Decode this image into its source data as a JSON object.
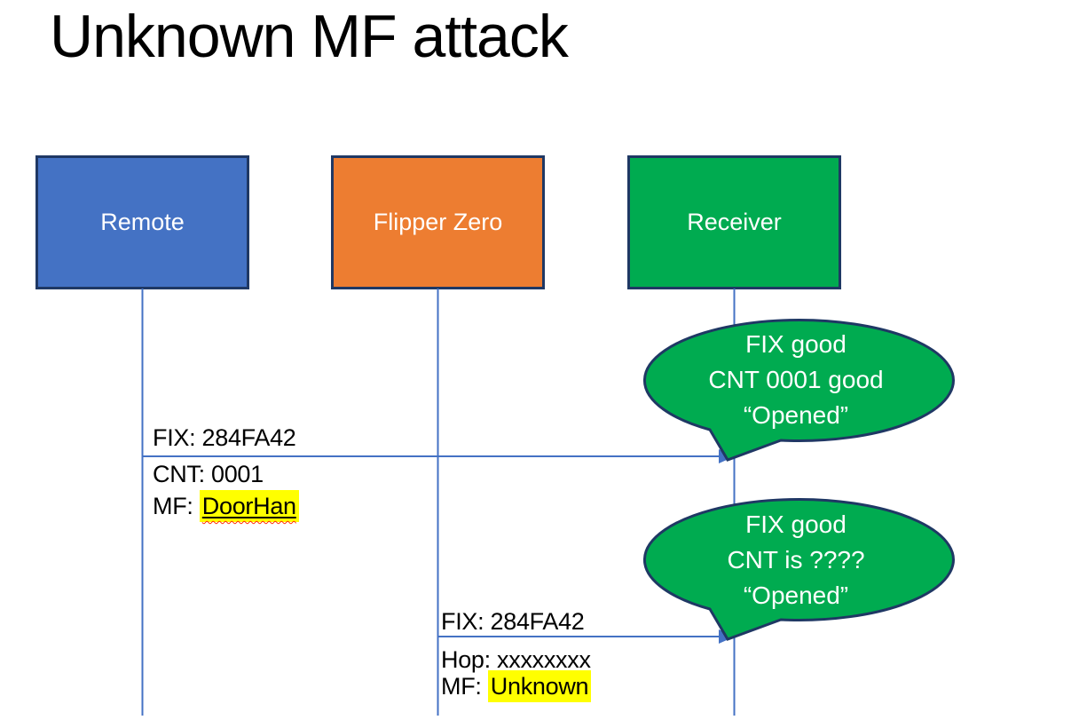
{
  "slide": {
    "title": "Unknown MF attack"
  },
  "actors": {
    "remote": {
      "label": "Remote"
    },
    "flipper": {
      "label": "Flipper Zero"
    },
    "receiver": {
      "label": "Receiver"
    }
  },
  "messages": {
    "m1": {
      "from": "Remote",
      "to": "Receiver",
      "line1": "FIX: 284FA42",
      "line2": "CNT: 0001",
      "line3_prefix": "MF: ",
      "line3_value": "DoorHan"
    },
    "m2": {
      "from": "Flipper Zero",
      "to": "Receiver",
      "line1": "FIX: 284FA42",
      "line2_prefix": "Hop: ",
      "line2_value": "xxxxxxxx",
      "line3_prefix": "MF: ",
      "line3_value": "Unknown"
    }
  },
  "bubbles": {
    "b1": {
      "line1": "FIX good",
      "line2": "CNT 0001 good",
      "line3": "“Opened”"
    },
    "b2": {
      "line1": "FIX good",
      "line2": "CNT is ????",
      "line3": "“Opened”"
    }
  },
  "colors": {
    "remote_fill": "#4472C4",
    "flipper_fill": "#ED7D31",
    "receiver_fill": "#00AB50",
    "bubble_fill": "#00AB50",
    "shape_border": "#1F3864",
    "lifeline": "#4472C4",
    "highlight": "#FFFF00",
    "squiggle": "#FF2A00",
    "text_on_fill": "#FFFFFF",
    "body_text": "#000000"
  }
}
